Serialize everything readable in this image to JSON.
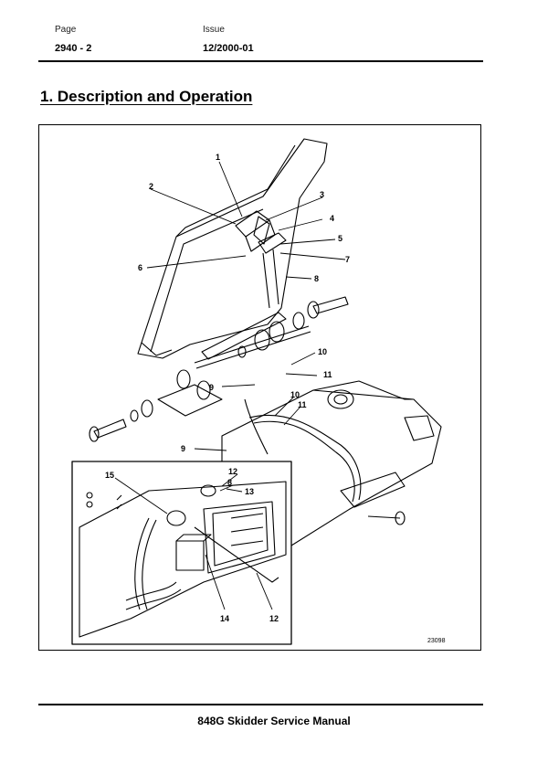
{
  "header": {
    "page_label": "Page",
    "page_value": "2940 - 2",
    "issue_label": "Issue",
    "issue_value": "12/2000-01"
  },
  "section_title": "1.  Description and Operation",
  "figure": {
    "figure_number": "23098",
    "callouts": [
      "1",
      "2",
      "3",
      "4",
      "5",
      "6",
      "7",
      "8",
      "9",
      "10",
      "11",
      "9",
      "10",
      "11",
      "15",
      "12",
      "8",
      "13",
      "14",
      "12"
    ]
  },
  "footer": {
    "manual_title": "848G Skidder Service Manual"
  }
}
